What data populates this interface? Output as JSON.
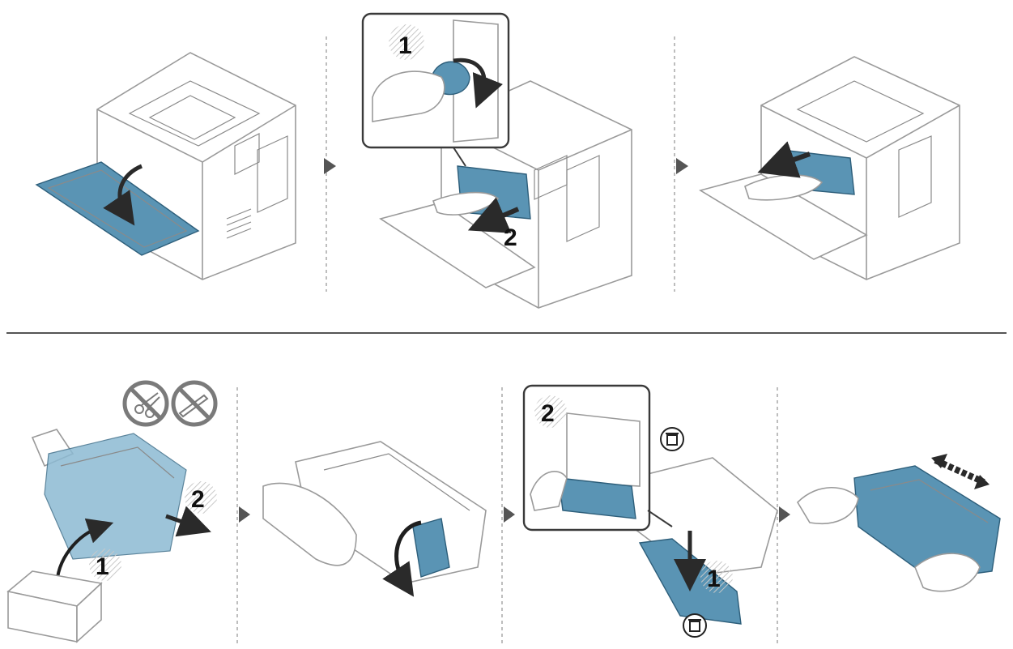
{
  "colors": {
    "accent_blue": "#5a94b4",
    "accent_blue_dark": "#2d5e7a",
    "line_gray": "#9a9a9a",
    "arrow_dark": "#333333",
    "divider": "#555555",
    "prohibit_gray": "#7a7a7a"
  },
  "top_row": {
    "step1": {
      "icon": "printer-open-front-cover"
    },
    "step2": {
      "callout_number": "1",
      "number": "2",
      "icon": "release-lever-and-pull-cartridge"
    },
    "step3": {
      "icon": "remove-toner-cartridge"
    }
  },
  "bottom_row": {
    "step1": {
      "number_unpack": "1",
      "number_remove_bag": "2",
      "icons": [
        "no-scissors-icon",
        "no-knife-icon",
        "box-icon"
      ]
    },
    "step2": {
      "icon": "rotate-protective-cap"
    },
    "step3": {
      "callout_number": "2",
      "number": "1",
      "icons": [
        "trash-icon",
        "trash-icon"
      ]
    },
    "step4": {
      "icon": "shake-cartridge"
    }
  }
}
